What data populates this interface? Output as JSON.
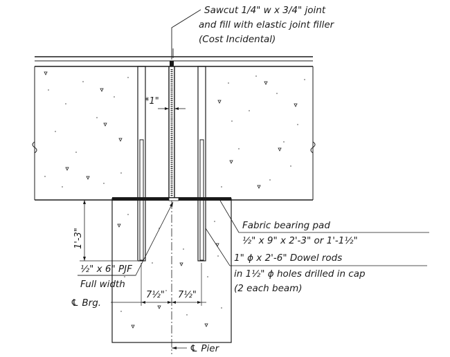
{
  "notes": {
    "joint_line1": "Sawcut 1/4\" w x 3/4\" joint",
    "joint_line2": "and fill with elastic joint filler",
    "joint_line3": "(Cost Incidental)",
    "pad_line1": "Fabric bearing pad",
    "pad_line2": "½\" x 9\" x 2'-3\" or 1'-1½\"",
    "dowel_line1": "1\" ϕ x 2'-6\" Dowel rods",
    "dowel_line2": "in 1½\" ϕ holes drilled in cap",
    "dowel_line3": "(2 each beam)",
    "pjf_line1": "½\" x 6\" PJF",
    "pjf_line2": "Full width"
  },
  "dimensions": {
    "gap": "*1\"",
    "depth": "1'-3\"",
    "left_offset": "7½\"",
    "right_offset": "7½\""
  },
  "centerlines": {
    "bearing": "℄ Brg.",
    "pier": "℄ Pier"
  }
}
